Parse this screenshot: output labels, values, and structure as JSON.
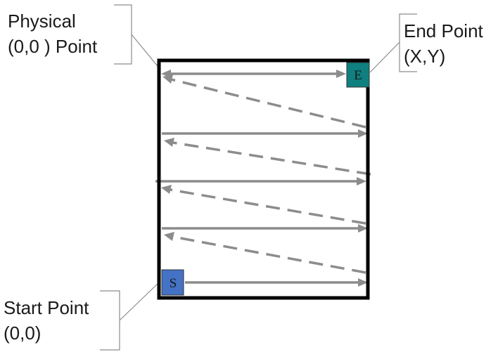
{
  "labels": {
    "physical_line1": "Physical",
    "physical_line2": "(0,0 ) Point",
    "end_line1": "End Point",
    "end_line2": "(X,Y)",
    "start_line1": "Start Point",
    "start_line2": "(0,0)"
  },
  "markers": {
    "end": {
      "text": "E",
      "color": "#0f7f7f"
    },
    "start": {
      "text": "S",
      "color": "#4472c4"
    }
  },
  "colors": {
    "frame": "#000000",
    "path": "#8c8c8c"
  },
  "path": {
    "solid_passes": 5,
    "dashed_returns": 4
  }
}
